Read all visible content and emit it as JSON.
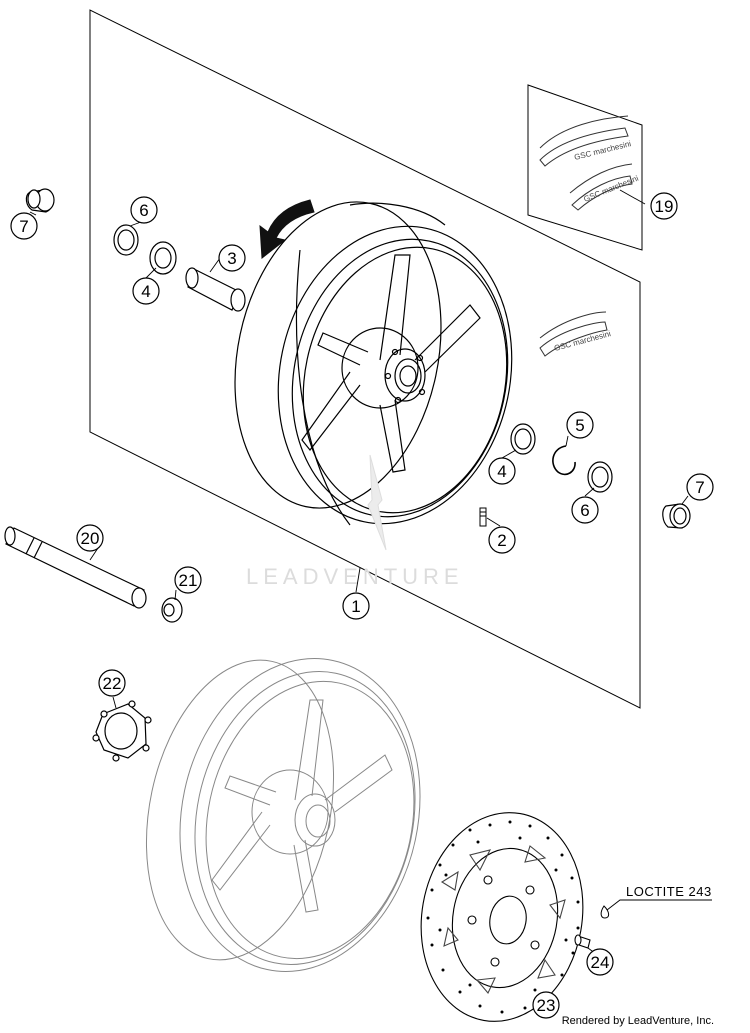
{
  "diagram": {
    "callouts": [
      {
        "id": "c7a",
        "label": "7"
      },
      {
        "id": "c6a",
        "label": "6"
      },
      {
        "id": "c4a",
        "label": "4"
      },
      {
        "id": "c3",
        "label": "3"
      },
      {
        "id": "c19",
        "label": "19"
      },
      {
        "id": "c5",
        "label": "5"
      },
      {
        "id": "c4b",
        "label": "4"
      },
      {
        "id": "c6b",
        "label": "6"
      },
      {
        "id": "c7b",
        "label": "7"
      },
      {
        "id": "c2",
        "label": "2"
      },
      {
        "id": "c20",
        "label": "20"
      },
      {
        "id": "c21",
        "label": "21"
      },
      {
        "id": "c1",
        "label": "1"
      },
      {
        "id": "c22",
        "label": "22"
      },
      {
        "id": "c24",
        "label": "24"
      },
      {
        "id": "c23",
        "label": "23"
      }
    ],
    "note": "LOCTITE 243",
    "brand_decal": "marchesini",
    "watermark": "LEADVENTURE"
  },
  "footer": {
    "credit": "Rendered by LeadVenture, Inc."
  }
}
